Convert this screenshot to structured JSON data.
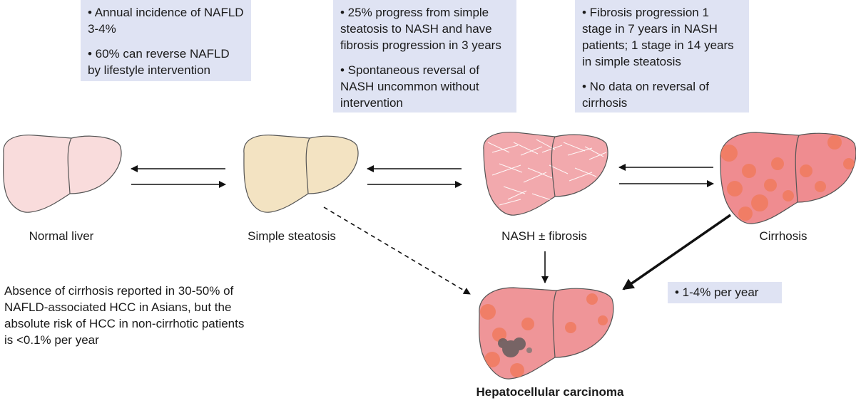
{
  "boxes": {
    "normal_to_steatosis": {
      "line1": "• Annual incidence of NAFLD 3-4%",
      "line2": "• 60% can reverse NAFLD by lifestyle intervention"
    },
    "steatosis_to_nash": {
      "line1": "• 25% progress from simple steatosis to NASH and have fibrosis progression in 3 years",
      "line2": "• Spontaneous reversal of NASH uncommon without intervention"
    },
    "nash_to_cirrhosis": {
      "line1": "• Fibrosis progression 1 stage in 7 years in NASH patients; 1 stage in 14 years in simple steatosis",
      "line2": "• No data on reversal of cirrhosis"
    },
    "cirrhosis_to_hcc": {
      "line1": "• 1-4% per year"
    }
  },
  "stages": {
    "normal": "Normal liver",
    "steatosis": "Simple steatosis",
    "nash": "NASH ± fibrosis",
    "cirrhosis": "Cirrhosis",
    "hcc": "Hepatocellular carcinoma"
  },
  "notes": {
    "non_cirrhotic": "Absence of cirrhosis reported in 30-50% of NAFLD-associated HCC in Asians, but the absolute risk of HCC in non-cirrhotic patients is <0.1% per year"
  },
  "colors": {
    "box_bg": "#dfe3f3",
    "normal_liver": "#f9dcdc",
    "steatosis_liver": "#f3e3c2",
    "nash_liver": "#f2a9ad",
    "cirrhosis_liver": "#ef8c90",
    "nodule": "#f07b5f",
    "tumor": "#6a5f60"
  }
}
